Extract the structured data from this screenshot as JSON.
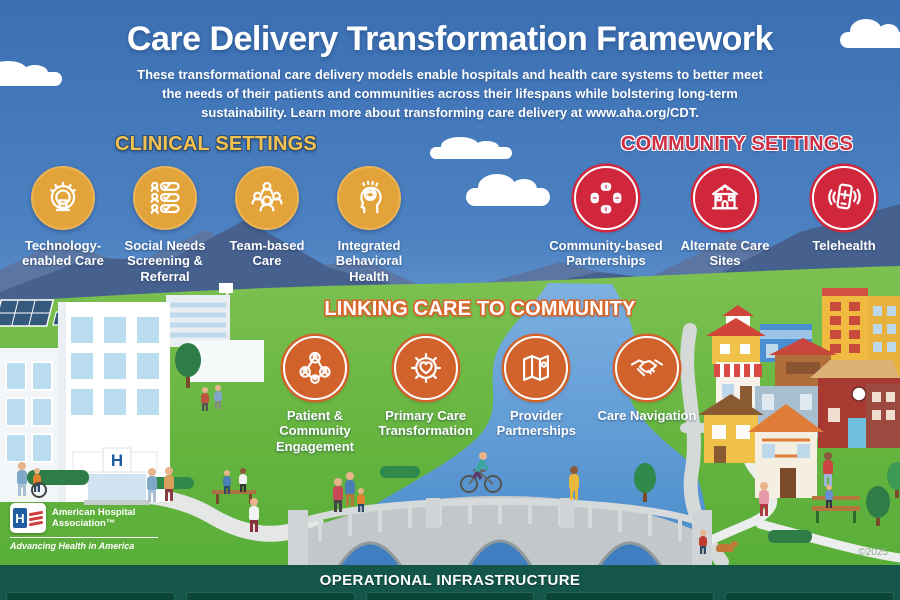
{
  "title": "Care Delivery Transformation Framework",
  "subtitle": "These transformational care delivery models enable hospitals and health care systems to better meet the needs of their patients and communities across their lifespans while bolstering long-term sustainability. Learn more about transforming care delivery at www.aha.org/CDT.",
  "sections": {
    "clinical": {
      "heading": "CLINICAL SETTINGS",
      "items": [
        {
          "label": "Technology-enabled Care",
          "icon": "mri-scanner-icon"
        },
        {
          "label": "Social Needs Screening & Referral",
          "icon": "screening-checklist-icon"
        },
        {
          "label": "Team-based Care",
          "icon": "care-team-icon"
        },
        {
          "label": "Integrated Behavioral Health",
          "icon": "head-brain-icon"
        }
      ]
    },
    "community": {
      "heading": "COMMUNITY SETTINGS",
      "items": [
        {
          "label": "Community-based Partnerships",
          "icon": "joined-hands-icon"
        },
        {
          "label": "Alternate Care Sites",
          "icon": "care-site-building-icon"
        },
        {
          "label": "Telehealth",
          "icon": "telehealth-phone-icon"
        }
      ]
    },
    "linking": {
      "heading": "LINKING CARE TO COMMUNITY",
      "items": [
        {
          "label": "Patient & Community Engagement",
          "icon": "people-network-icon"
        },
        {
          "label": "Primary Care Transformation",
          "icon": "gear-heart-icon"
        },
        {
          "label": "Provider Partnerships",
          "icon": "map-icon"
        },
        {
          "label": "Care Navigation",
          "icon": "handshake-icon"
        }
      ]
    }
  },
  "scene": {
    "hospital_sign": "H"
  },
  "footer": {
    "banner_label": "OPERATIONAL INFRASTRUCTURE",
    "copyright": "©2025"
  },
  "logo": {
    "emblem_letter": "H",
    "org_name": "American Hospital Association™",
    "tagline": "Advancing Health in America"
  },
  "colors": {
    "clinical_heading": "#F3C14D",
    "clinical_circle": "#E2A33B",
    "community_heading": "#CE2F44",
    "community_circle": "#D0273C",
    "linking_outline": "#D9672C",
    "linking_circle": "#D2622C",
    "sky_top": "#3A6FB3",
    "sky_bottom": "#8AB4DC",
    "grass": "#6FBA45",
    "river": "#5B9BD5",
    "banner_green": "#14564A"
  }
}
